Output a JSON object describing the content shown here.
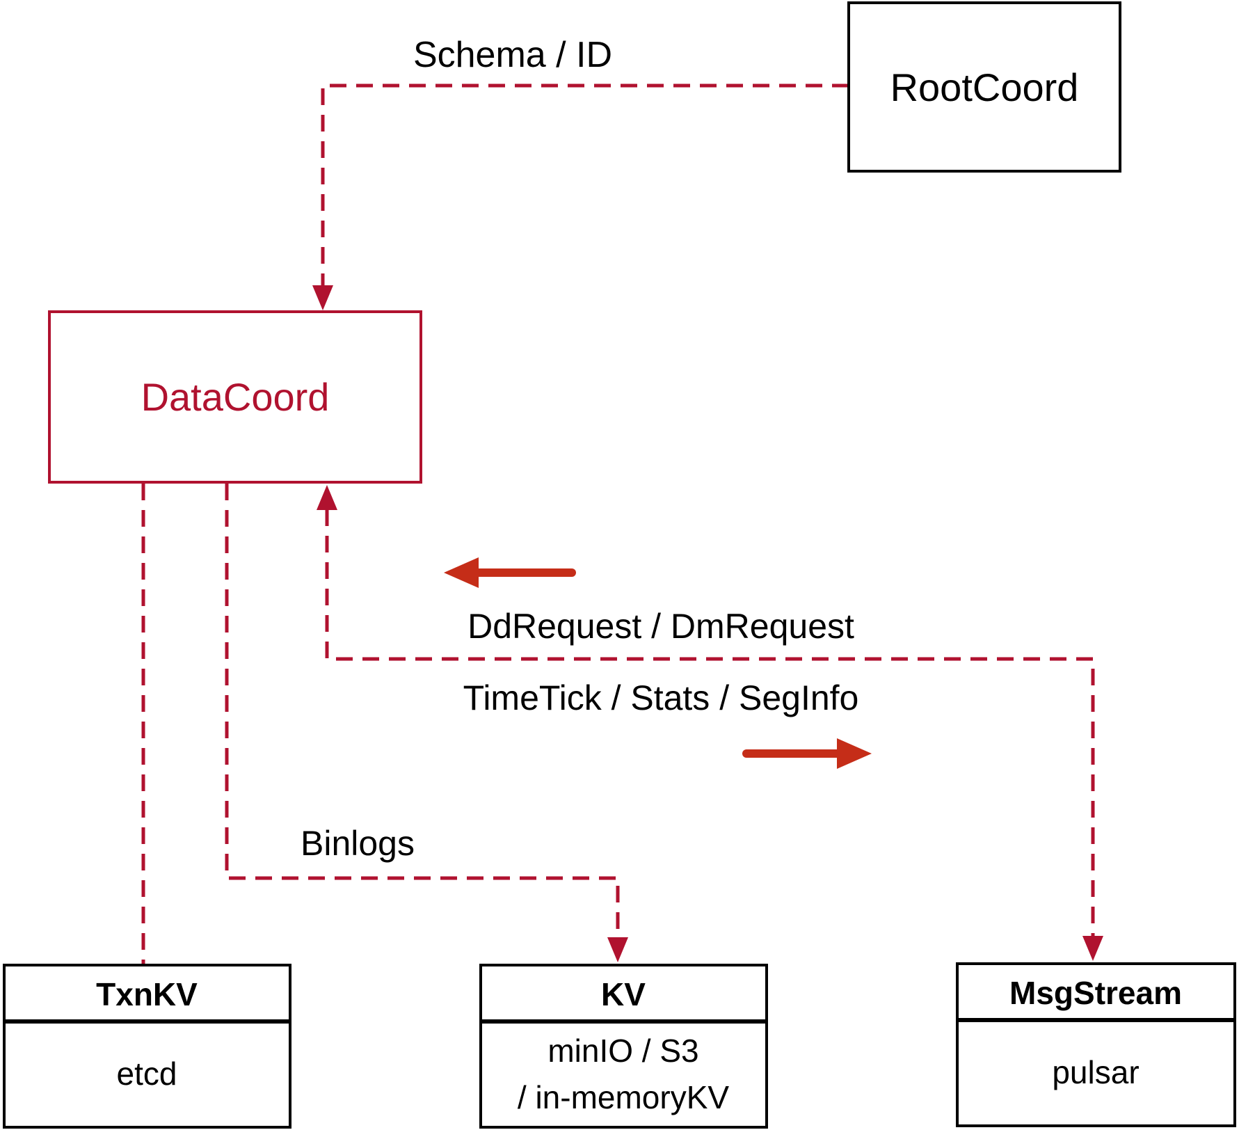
{
  "colors": {
    "background": "#FFFFFF",
    "black": "#000000",
    "crimson": "#B0122F",
    "arrow_red": "#C52D18",
    "white": "#FFFFFF"
  },
  "nodes": {
    "rootcoord": {
      "label": "RootCoord"
    },
    "datacoord": {
      "label": "DataCoord"
    },
    "txnkv": {
      "title": "TxnKV",
      "body": "etcd"
    },
    "kv": {
      "title": "KV",
      "body_line1": "minIO / S3",
      "body_line2": "/ in-memoryKV"
    },
    "msgstream": {
      "title": "MsgStream",
      "body": "pulsar"
    }
  },
  "edge_labels": {
    "schema_id": "Schema / ID",
    "dd_request": "DdRequest / DmRequest",
    "time_tick": "TimeTick / Stats / SegInfo",
    "binlogs": "Binlogs"
  }
}
